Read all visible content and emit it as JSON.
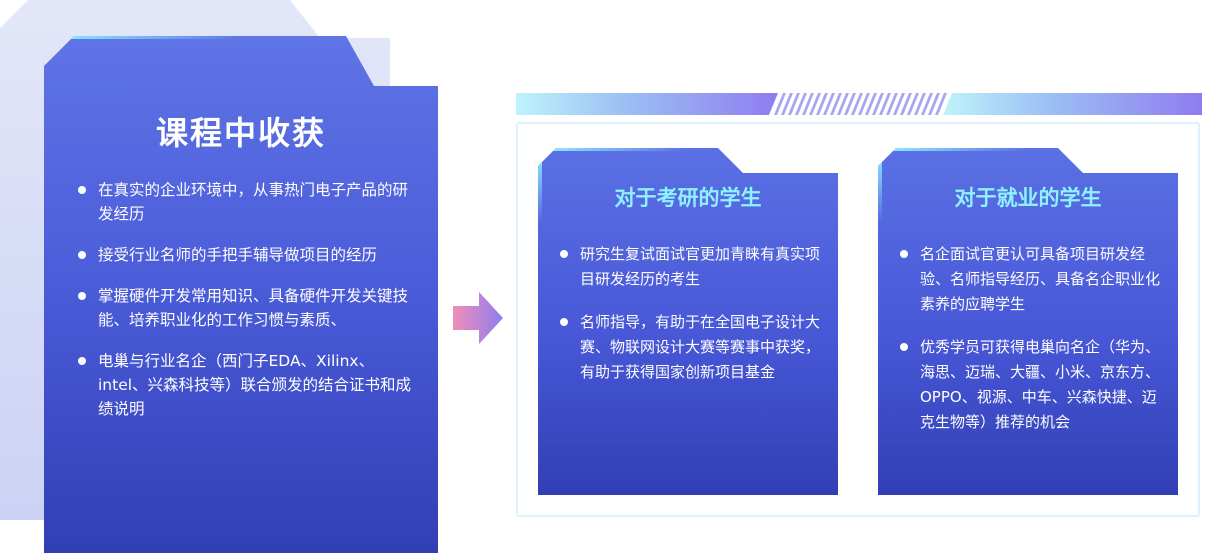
{
  "gains": {
    "title": "课程中收获",
    "items": [
      "在真实的企业环境中，从事热门电子产品的研发经历",
      "接受行业名师的手把手辅导做项目的经历",
      "掌握硬件开发常用知识、具备硬件开发关键技能、培养职业化的工作习惯与素质、",
      "电巢与行业名企（西门子EDA、Xilinx、intel、兴森科技等）联合颁发的结合证书和成绩说明"
    ]
  },
  "postgrad": {
    "title": "对于考研的学生",
    "items": [
      "研究生复试面试官更加青睐有真实项目研发经历的考生",
      "名师指导，有助于在全国电子设计大赛、物联网设计大赛等赛事中获奖，有助于获得国家创新项目基金"
    ]
  },
  "employment": {
    "title": "对于就业的学生",
    "items": [
      "名企面试官更认可具备项目研发经验、名师指导经历、具备名企职业化素养的应聘学生",
      "优秀学员可获得电巢向名企（华为、海思、迈瑞、大疆、小米、京东方、OPPO、视源、中车、兴森快捷、迈克生物等）推荐的机会"
    ]
  },
  "colors": {
    "card_top": "#5f74e6",
    "card_bottom": "#323fb4",
    "subtitle": "#8ff2ff",
    "arrow_start": "#f08fb8",
    "arrow_end": "#8f7cf0"
  }
}
